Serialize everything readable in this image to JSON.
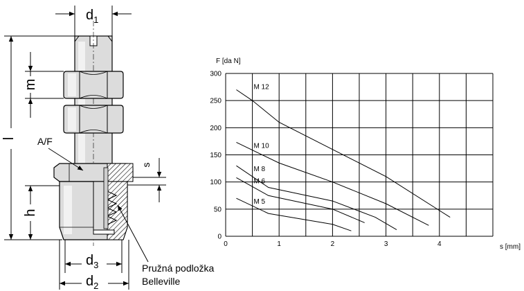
{
  "drawing": {
    "labels": {
      "d1": {
        "main": "d",
        "sub": "1"
      },
      "d3": {
        "main": "d",
        "sub": "3"
      },
      "d2": {
        "main": "d",
        "sub": "2"
      },
      "m": "m",
      "l": "l",
      "h": "h",
      "s": "s",
      "af": "A/F"
    },
    "callout": {
      "line1": "Pružná podložka",
      "line2": "Belleville"
    },
    "colors": {
      "part_fill": "#dcdcdc",
      "part_light": "#f2f2f2",
      "line": "#000000"
    }
  },
  "chart_data": {
    "type": "line",
    "ylabel": "F [da N]",
    "xlabel": "s [mm]",
    "xlim": [
      0,
      5
    ],
    "ylim": [
      0,
      300
    ],
    "grid": true,
    "xticks": [
      0,
      1,
      2,
      3,
      4
    ],
    "yticks": [
      0,
      50,
      100,
      150,
      200,
      250,
      300
    ],
    "series": [
      {
        "name": "M 12",
        "x": [
          0.2,
          0.5,
          1.0,
          2.0,
          3.0,
          4.2
        ],
        "y": [
          270,
          250,
          210,
          160,
          110,
          35
        ]
      },
      {
        "name": "M 10",
        "x": [
          0.2,
          1.0,
          2.0,
          3.0,
          3.8
        ],
        "y": [
          173,
          135,
          100,
          60,
          20
        ]
      },
      {
        "name": "M 8",
        "x": [
          0.2,
          0.8,
          2.0,
          2.8,
          3.2
        ],
        "y": [
          130,
          90,
          65,
          35,
          12
        ]
      },
      {
        "name": "M 6",
        "x": [
          0.2,
          0.8,
          2.0,
          2.6
        ],
        "y": [
          108,
          75,
          50,
          25
        ]
      },
      {
        "name": "M 5",
        "x": [
          0.2,
          0.8,
          2.0,
          2.35
        ],
        "y": [
          70,
          42,
          22,
          10
        ]
      }
    ]
  }
}
